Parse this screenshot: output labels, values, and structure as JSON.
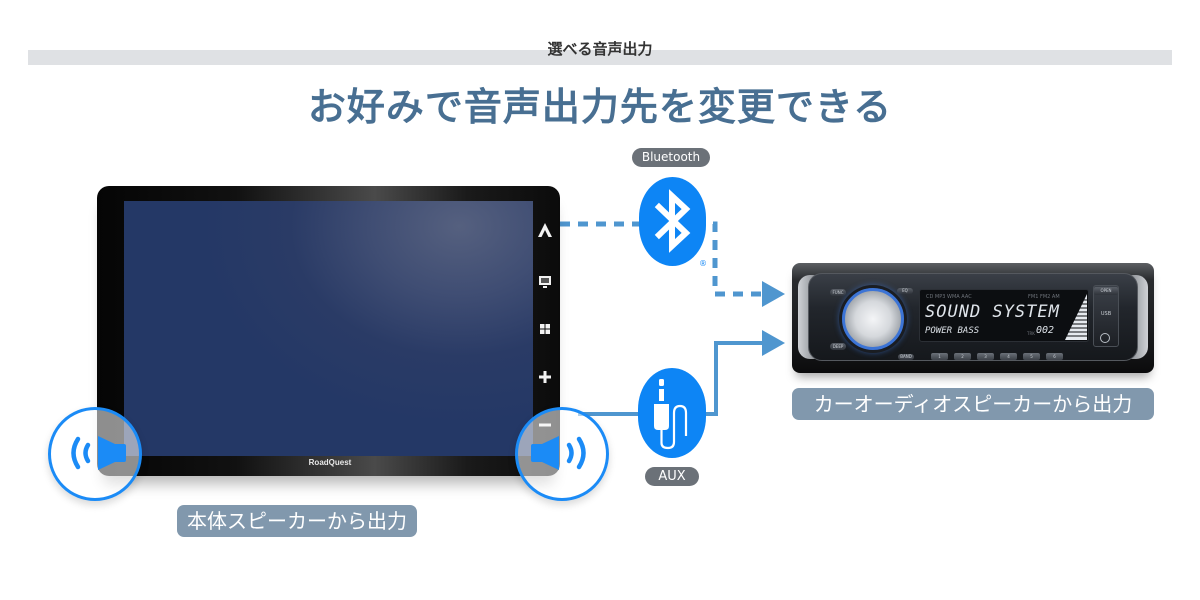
{
  "header": {
    "section_label": "選べる音声出力",
    "title": "お好みで音声出力先を変更できる"
  },
  "monitor": {
    "brand": "RoadQuest",
    "side_buttons": [
      {
        "icon": "nav-a-icon",
        "glyph": "A"
      },
      {
        "icon": "display-icon",
        "glyph": "▭"
      },
      {
        "icon": "grid-icon",
        "glyph": "⊞"
      },
      {
        "icon": "plus-icon",
        "glyph": "+"
      },
      {
        "icon": "minus-icon",
        "glyph": "−"
      }
    ],
    "caption": "本体スピーカーから出力"
  },
  "connections": {
    "bluetooth": {
      "label": "Bluetooth",
      "registered_mark": "®",
      "icon": "bluetooth-icon"
    },
    "aux": {
      "label": "AUX",
      "icon": "audio-jack-icon"
    },
    "line_color": "#4f96cf",
    "icon_color": "#0d85f5"
  },
  "stereo": {
    "display_top": "CD MP3 WMA AAC",
    "display_top_right": "FM1 FM2 AM",
    "display_main": "SOUND SYSTEM",
    "display_bottom": "POWER BASS",
    "display_track_label": "TRK",
    "display_track": "002",
    "buttons": {
      "func": "FUNC",
      "eq": "EQ",
      "deep": "DEEP",
      "band": "BAND",
      "open": "OPEN",
      "usb": "USB"
    },
    "presets": [
      "1",
      "2",
      "3",
      "4",
      "5",
      "6"
    ],
    "caption": "カーオーディオスピーカーから出力"
  },
  "colors": {
    "title": "#486f92",
    "caption_bg": "#8198ad",
    "tag_bg": "#6b7178",
    "speaker_blue": "#1b8bf6",
    "section_bar": "#dfe1e4"
  }
}
